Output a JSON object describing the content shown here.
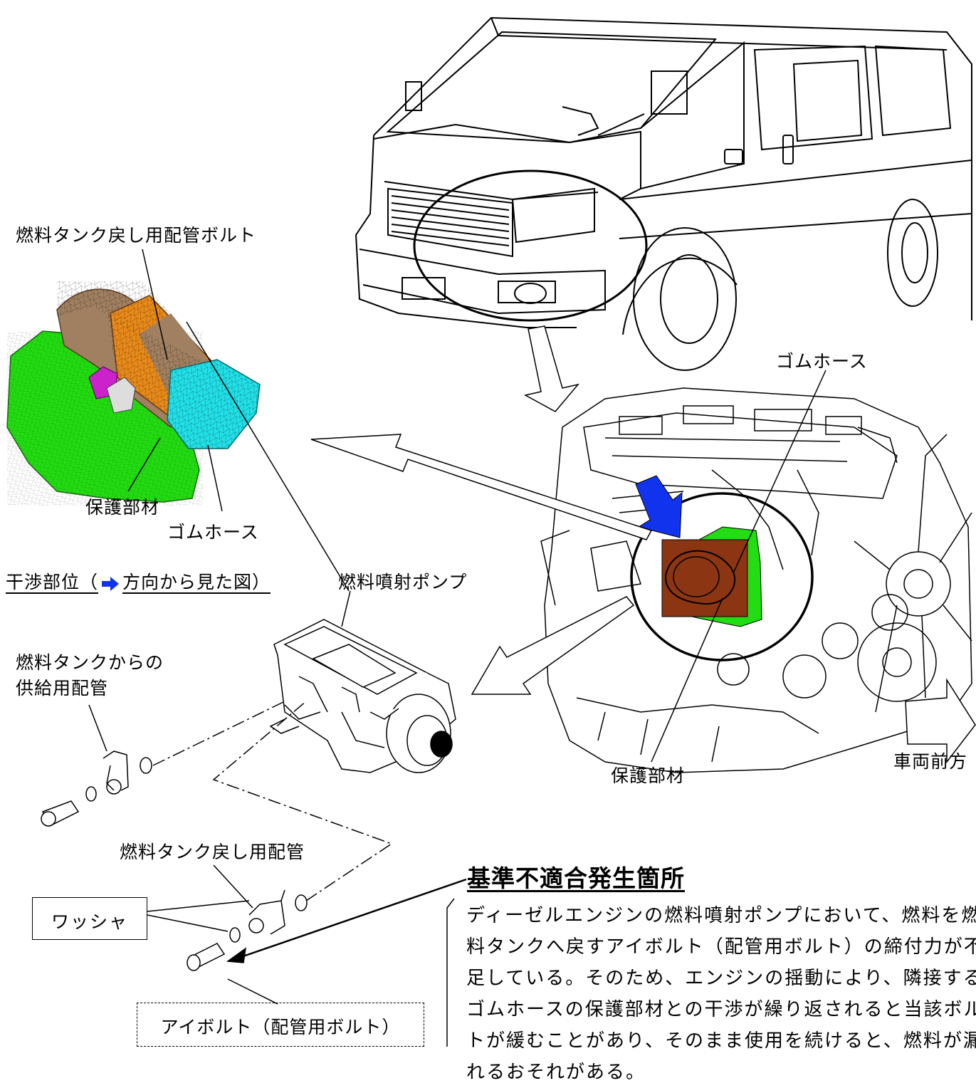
{
  "labels": {
    "bolt_return": "燃料タンク戻し用配管ボルト",
    "protect_left": "保護部材",
    "hose_left": "ゴムホース",
    "view_prefix": "干渉部位（",
    "view_suffix": "方向から見た図）",
    "fuel_pump": "燃料噴射ポンプ",
    "hose_right": "ゴムホース",
    "protect_right": "保護部材",
    "vehicle_front": "車両前方",
    "supply_line1": "燃料タンクからの",
    "supply_line2": "供給用配管",
    "return_pipe": "燃料タンク戻し用配管",
    "washer": "ワッシャ",
    "eyebolt": "アイボルト（配管用ボルト）"
  },
  "notice": {
    "heading": "基準不適合発生箇所",
    "lines": [
      "ディーゼルエンジンの燃料噴射ポンプにおいて、燃料を燃",
      "料タンクへ戻すアイボルト（配管用ボルト）の締付力が不",
      "足している。そのため、エンジンの揺動により、隣接する",
      "ゴムホースの保護部材との干渉が繰り返されると当該ボル",
      "トが緩むことがあり、そのまま使用を続けると、燃料が漏",
      "れるおそれがある。"
    ]
  },
  "colors": {
    "pump_green": "#22dd11",
    "hose_orange": "#e88a1a",
    "hose_brown": "#a08060",
    "cap_cyan": "#22e0e8",
    "fitting_magenta": "#cc22cc",
    "protector_brown": "#8b3512",
    "direction_blue": "#1133ee"
  },
  "icons": [
    "direction-arrow-icon",
    "view-arrow-icon"
  ]
}
